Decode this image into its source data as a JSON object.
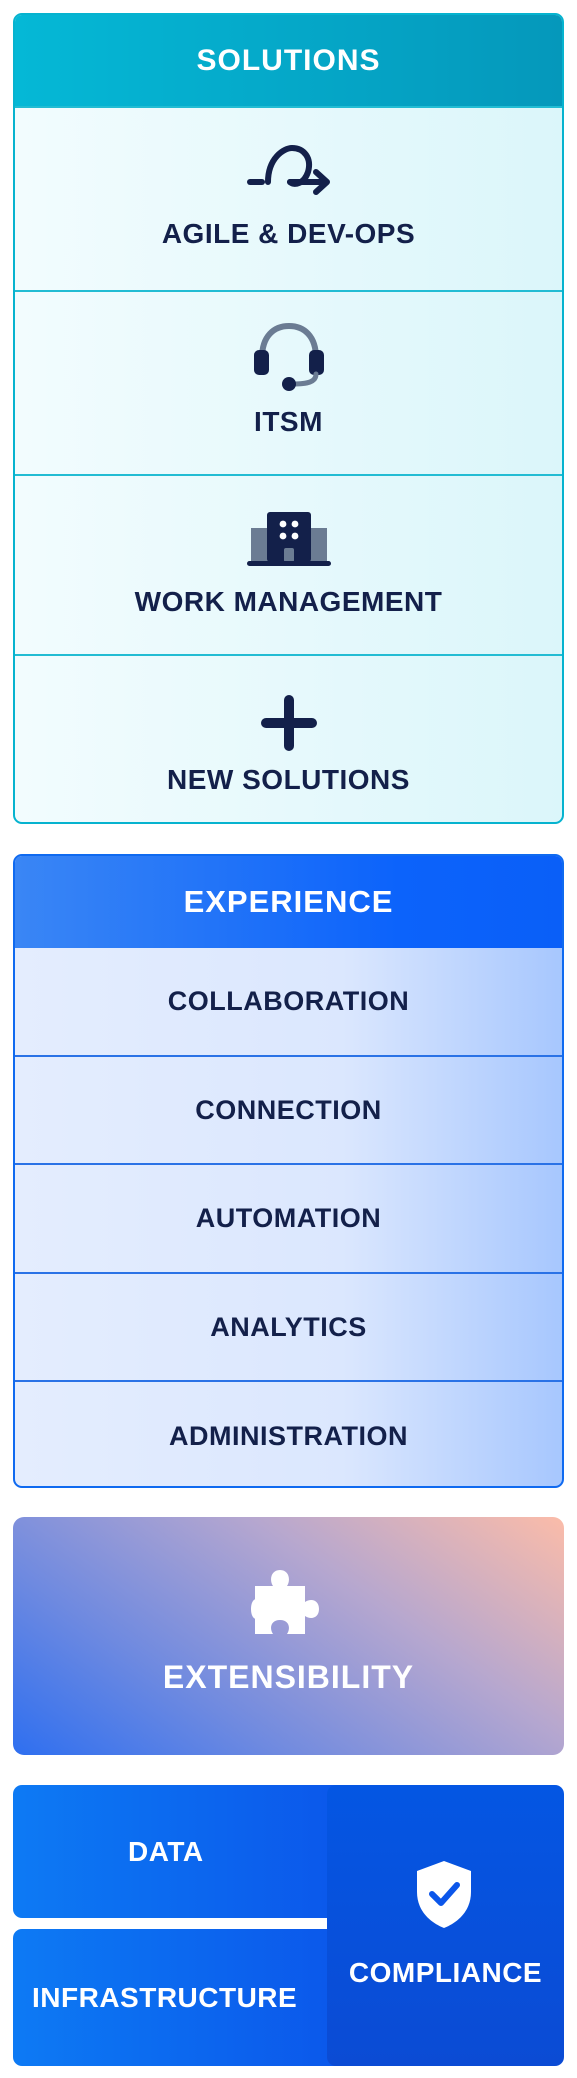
{
  "solutions": {
    "title": "SOLUTIONS",
    "items": [
      {
        "label": "AGILE & DEV-OPS",
        "icon": "loop-arrow-icon"
      },
      {
        "label": "ITSM",
        "icon": "headset-icon"
      },
      {
        "label": "WORK MANAGEMENT",
        "icon": "office-building-icon"
      },
      {
        "label": "NEW SOLUTIONS",
        "icon": "plus-icon"
      }
    ]
  },
  "experience": {
    "title": "EXPERIENCE",
    "items": [
      "COLLABORATION",
      "CONNECTION",
      "AUTOMATION",
      "ANALYTICS",
      "ADMINISTRATION"
    ]
  },
  "extensibility": {
    "label": "EXTENSIBILITY",
    "icon": "puzzle-piece-icon"
  },
  "data": {
    "label": "DATA"
  },
  "infrastructure": {
    "label": "INFRASTRUCTURE"
  },
  "compliance": {
    "label": "COMPLIANCE",
    "icon": "shield-check-icon"
  },
  "colors": {
    "solutions_header": "#05B8D6",
    "experience_header": "#0C63FB",
    "text_dark": "#13204A",
    "platform_blue": "#0B56EA"
  }
}
